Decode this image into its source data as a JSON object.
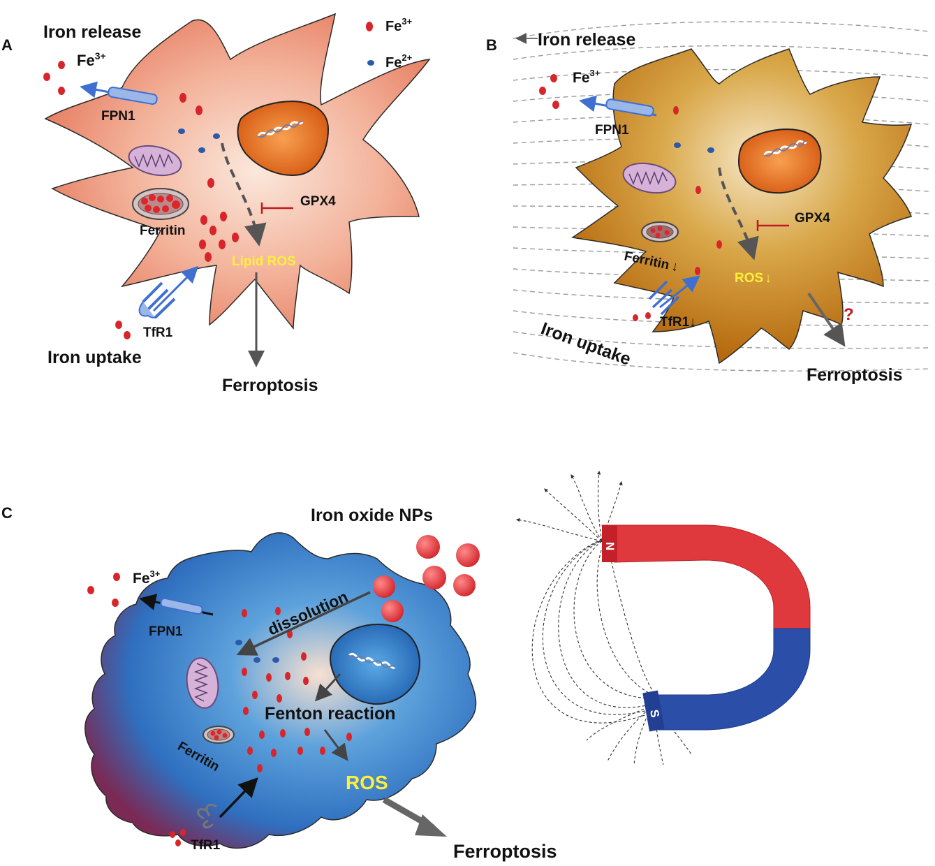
{
  "panels": {
    "a": "A",
    "b": "B",
    "c": "C"
  },
  "legend": {
    "fe3": "Fe",
    "fe3_sup": "3+",
    "fe2": "Fe",
    "fe2_sup": "2+"
  },
  "panel_a": {
    "iron_release": "Iron release",
    "fe": "Fe",
    "fe_sup": "3+",
    "fpn1": "FPN1",
    "ferritin": "Ferritin",
    "gpx4": "GPX4",
    "lipid_ros": "Lipid ROS",
    "tfr1": "TfR1",
    "iron_uptake": "Iron uptake",
    "ferroptosis": "Ferroptosis"
  },
  "panel_b": {
    "iron_release": "Iron release",
    "fe": "Fe",
    "fe_sup": "3+",
    "fpn1": "FPN1",
    "ferritin": "Ferritin",
    "ferritin_arrow": "↓",
    "gpx4": "GPX4",
    "ros": "ROS",
    "ros_arrow": "↓",
    "tfr1": "TfR1",
    "tfr1_arrow": "↓",
    "iron_uptake": "Iron uptake",
    "question": "?",
    "ferroptosis": "Ferroptosis"
  },
  "panel_c": {
    "iron_oxide_nps": "Iron oxide NPs",
    "fe": "Fe",
    "fe_sup": "3+",
    "fpn1": "FPN1",
    "dissolution": "dissolution",
    "fenton": "Fenton reaction",
    "ferritin": "Ferritin",
    "ros": "ROS",
    "tfr1": "TfR1",
    "ferroptosis": "Ferroptosis",
    "magnet_n": "N",
    "magnet_s": "S"
  },
  "colors": {
    "fe3": "#d7262b",
    "fe2": "#2a5aa8",
    "cell_a": "#f2a388",
    "cell_b": "#c8901e",
    "cell_c": "#3b7ec9",
    "magnet_red": "#e0393d",
    "magnet_blue": "#2b4ea8",
    "ros_yellow": "#ffef3a"
  }
}
